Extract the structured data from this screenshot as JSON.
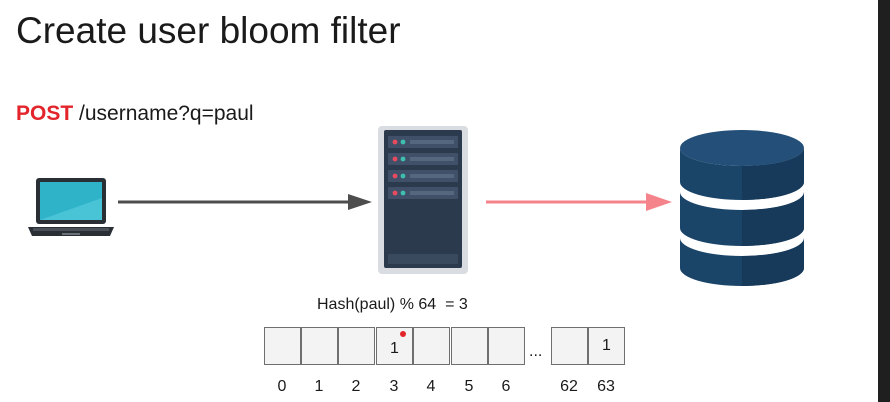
{
  "slide": {
    "title": "Create user bloom filter",
    "request": {
      "method": "POST",
      "path": "/username?q=paul"
    },
    "hash_expression": "Hash(paul) % 64  = 3",
    "ellipsis": "...",
    "bit_cells": [
      {
        "value": "",
        "index": "0",
        "marked": false
      },
      {
        "value": "",
        "index": "1",
        "marked": false
      },
      {
        "value": "",
        "index": "2",
        "marked": false
      },
      {
        "value": "1",
        "index": "3",
        "marked": true
      },
      {
        "value": "",
        "index": "4",
        "marked": false
      },
      {
        "value": "",
        "index": "5",
        "marked": false
      },
      {
        "value": "",
        "index": "6",
        "marked": false
      },
      {
        "value": "",
        "index": "62",
        "marked": false
      },
      {
        "value": "1",
        "index": "63",
        "marked": false
      }
    ]
  },
  "icons": {
    "client": "laptop-icon",
    "server": "server-rack-icon",
    "database": "database-icon",
    "request_arrow": "arrow-right-icon",
    "forward_arrow": "arrow-right-icon"
  },
  "colors": {
    "method": "#e3242b",
    "arrow_request": "#4d4d4d",
    "arrow_forward": "#f5838b",
    "database": "#1b4469",
    "server": "#2b3a4c",
    "bit_marker": "#e3242b"
  }
}
